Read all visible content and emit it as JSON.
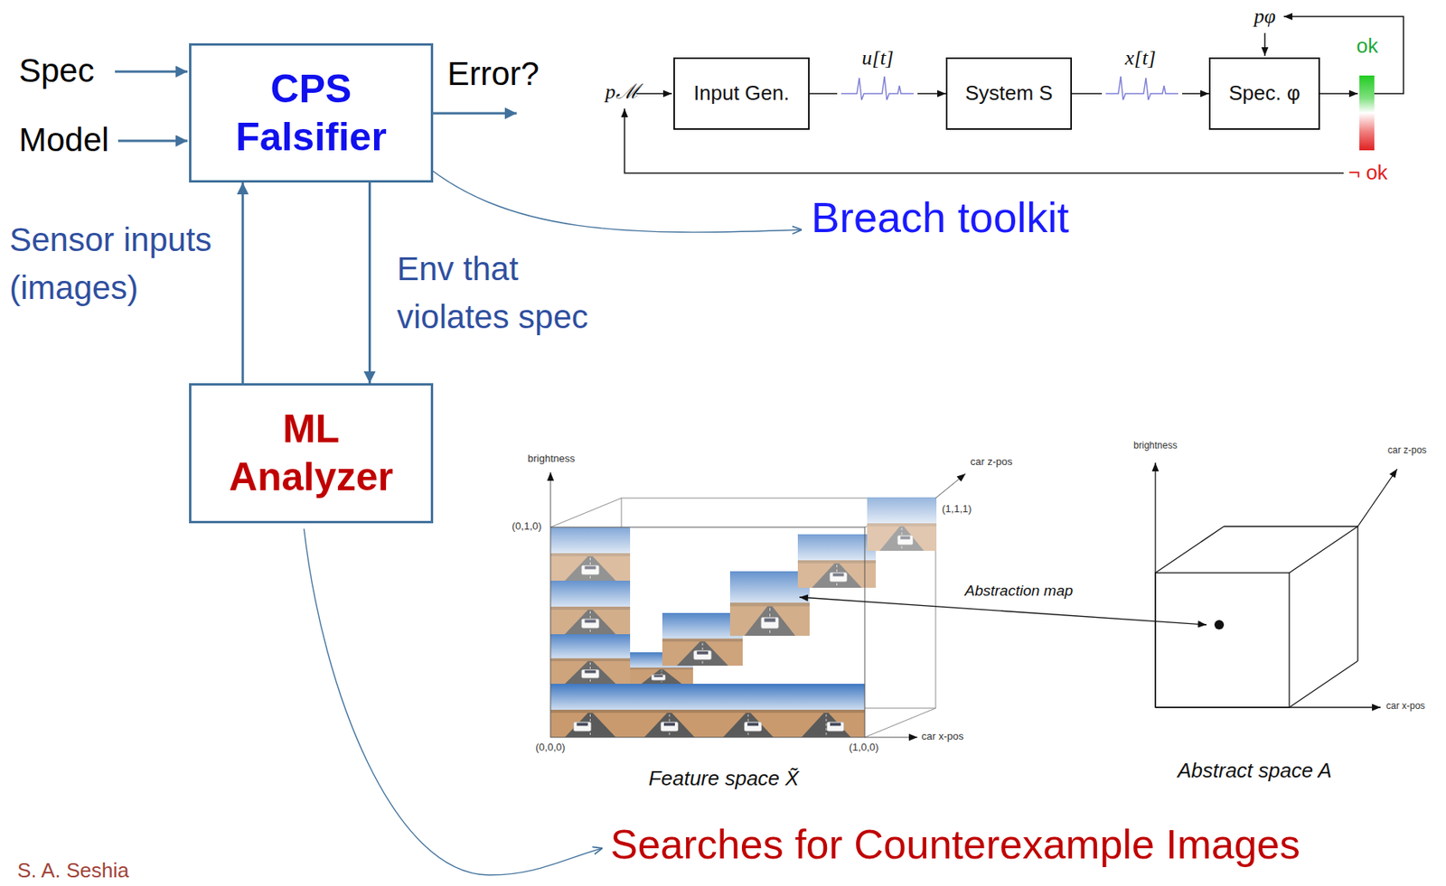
{
  "diagram": {
    "nodes": [
      {
        "text": [
          "CPS Falsifier"
        ]
      },
      {
        "text": [
          "ML Analyzer"
        ]
      },
      {
        "text": [
          "Input Gen."
        ]
      },
      {
        "text": [
          "System S"
        ]
      },
      {
        "text": [
          "Spec. φ"
        ]
      }
    ],
    "edges": [
      {
        "from": 0,
        "to": 1,
        "arrow": "to",
        "label": "Env that violates spec"
      },
      {
        "from": 1,
        "to": 0,
        "arrow": "to",
        "label": "Sensor inputs (images)"
      },
      {
        "from": 2,
        "to": 3,
        "arrow": "to",
        "label": "u[t]"
      },
      {
        "from": 3,
        "to": 4,
        "arrow": "to",
        "label": "x[t]"
      }
    ],
    "labels": [
      "Spec",
      "Model",
      "Error?",
      "Breach toolkit",
      "pℳ",
      "pφ",
      "ok",
      "¬ ok",
      "brightness",
      "car z-pos",
      "(0,1,0)",
      "(1,1,1)",
      "(0,0,0)",
      "(1,0,0)",
      "car x-pos",
      "Abstraction map",
      "brightness",
      "car z-pos",
      "car x-pos",
      "Feature space X̃",
      "Abstract space A",
      "Searches for Counterexample Images",
      "S. A. Seshia"
    ]
  }
}
